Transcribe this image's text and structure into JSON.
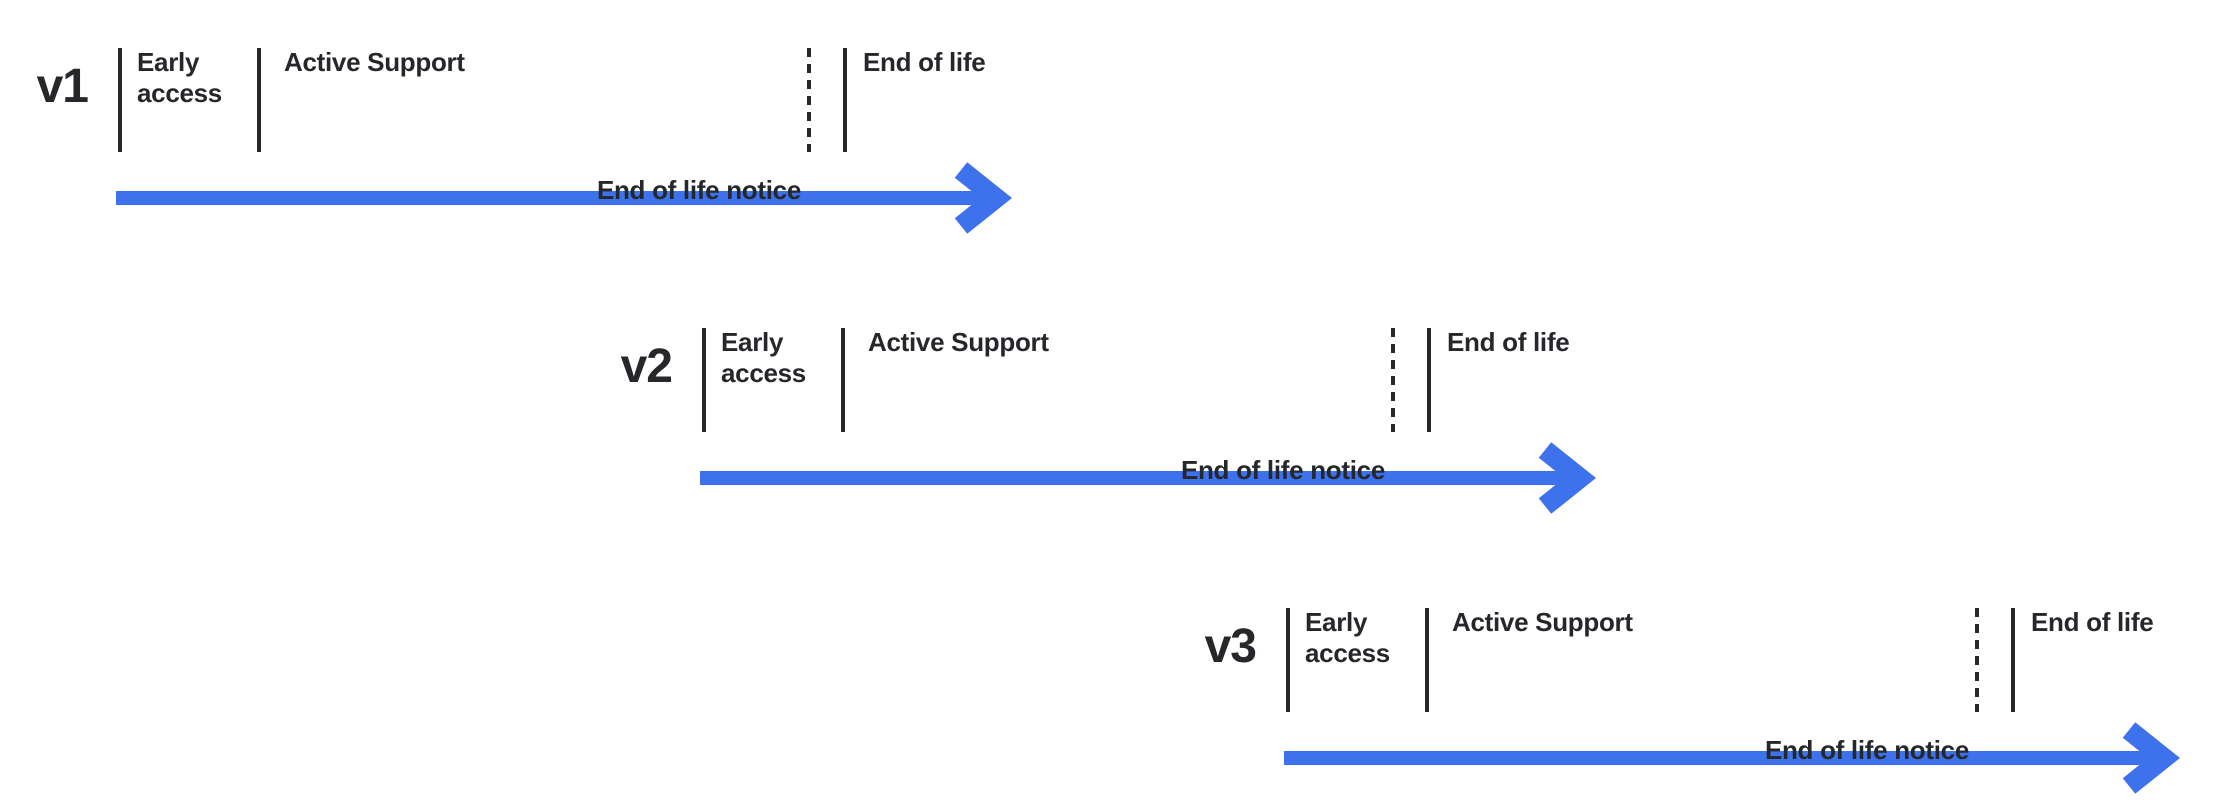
{
  "diagram": {
    "type": "version-lifecycle-timeline",
    "background": "#ffffff"
  },
  "colors": {
    "arrow_blue": "#3e72ec",
    "text_dark": "#26272b"
  },
  "icons": {
    "timeline_arrow": "right-arrow-icon"
  },
  "timelines": [
    {
      "version": "v1",
      "early_access": "Early access",
      "active_support": "Active Support",
      "end_of_life": "End of life",
      "end_of_life_notice": "End of life notice"
    },
    {
      "version": "v2",
      "early_access": "Early access",
      "active_support": "Active Support",
      "end_of_life": "End of life",
      "end_of_life_notice": "End of life notice"
    },
    {
      "version": "v3",
      "early_access": "Early access",
      "active_support": "Active Support",
      "end_of_life": "End of life",
      "end_of_life_notice": "End of life notice"
    }
  ]
}
